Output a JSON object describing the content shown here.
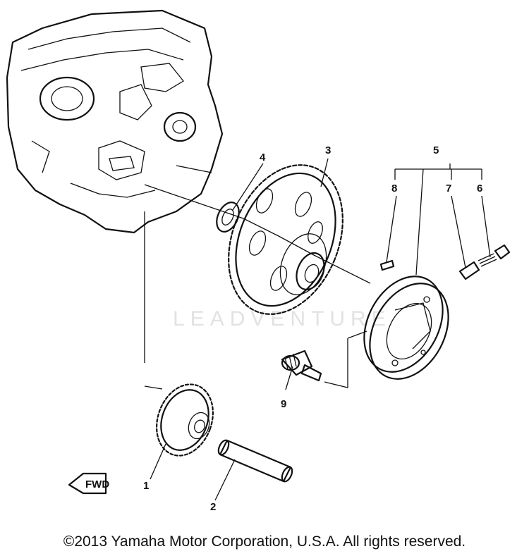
{
  "watermark": "LEADVENTURE",
  "fwd_label": "FWD",
  "parts": [
    {
      "number": "1"
    },
    {
      "number": "2"
    },
    {
      "number": "3"
    },
    {
      "number": "4"
    },
    {
      "number": "5"
    },
    {
      "number": "6"
    },
    {
      "number": "7"
    },
    {
      "number": "8"
    },
    {
      "number": "9"
    }
  ],
  "copyright": "©2013 Yamaha Motor Corporation, U.S.A. All rights reserved."
}
